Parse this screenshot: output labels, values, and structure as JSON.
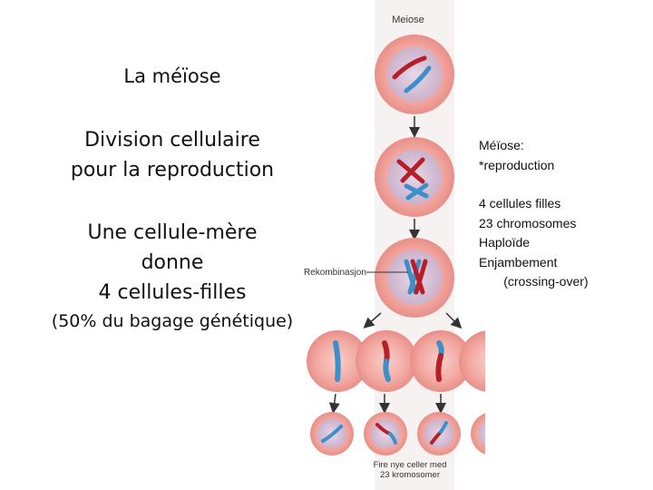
{
  "left_panel": {
    "title": "La méïose",
    "division_line1": "Division cellulaire",
    "division_line2": "pour la reproduction",
    "mere_line1": "Une cellule-mère",
    "mere_line2": "donne",
    "mere_line3": "4 cellules-filles",
    "percent": "(50% du bagage génétique)"
  },
  "diagram": {
    "top_label": "Meiose",
    "recomb_label": "Rekombinasjon",
    "bottom_label_line1": "Fire nye celler med",
    "bottom_label_line2": "23 kromosomer",
    "colors": {
      "cell_outer": "#f2a7a0",
      "cell_inner": "#d8c2d6",
      "blue_chromosome": "#3d8fc9",
      "red_chromosome": "#b51f2a"
    }
  },
  "notes": {
    "heading": "Méïose:",
    "line1": "*reproduction",
    "line2": "4 cellules filles",
    "line3": "23 chromosomes",
    "line4": "Haploïde",
    "line5": "Enjambement",
    "line6": "       (crossing-over)"
  }
}
